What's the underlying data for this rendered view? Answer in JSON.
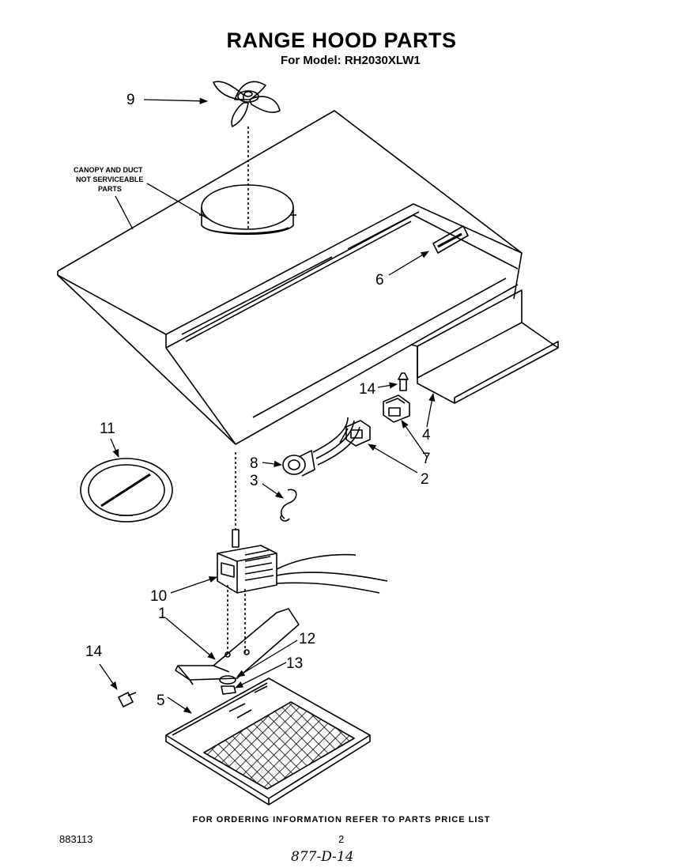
{
  "header": {
    "title": "RANGE HOOD PARTS",
    "subtitle": "For Model: RH2030XLW1"
  },
  "note": {
    "line1": "CANOPY AND DUCT",
    "line2": "NOT SERVICEABLE",
    "line3": "PARTS"
  },
  "callouts": [
    {
      "id": "9",
      "label": "9"
    },
    {
      "id": "6",
      "label": "6"
    },
    {
      "id": "11",
      "label": "11"
    },
    {
      "id": "14a",
      "label": "14"
    },
    {
      "id": "4",
      "label": "4"
    },
    {
      "id": "7",
      "label": "7"
    },
    {
      "id": "8",
      "label": "8"
    },
    {
      "id": "2",
      "label": "2"
    },
    {
      "id": "3",
      "label": "3"
    },
    {
      "id": "10",
      "label": "10"
    },
    {
      "id": "1",
      "label": "1"
    },
    {
      "id": "12",
      "label": "12"
    },
    {
      "id": "13",
      "label": "13"
    },
    {
      "id": "14b",
      "label": "14"
    },
    {
      "id": "5",
      "label": "5"
    }
  ],
  "footer": {
    "ordering": "FOR ORDERING INFORMATION REFER TO PARTS PRICE LIST",
    "code": "883113",
    "page": "2",
    "handwritten": "877-D-14"
  }
}
